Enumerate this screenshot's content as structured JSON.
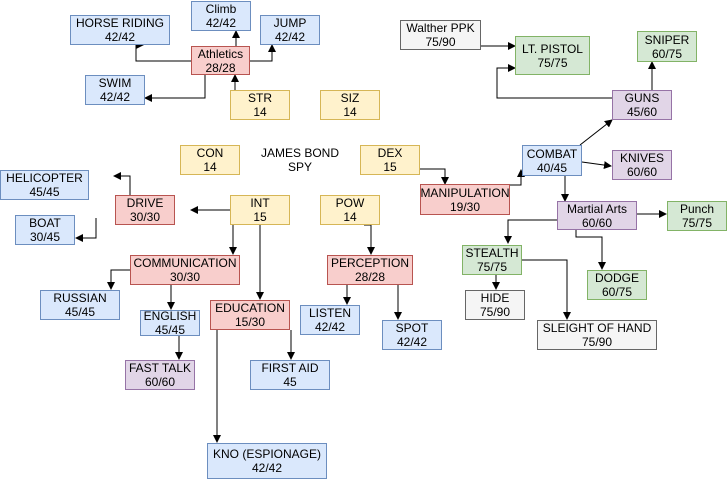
{
  "colors": {
    "blue": "#dae8fc",
    "red": "#f8cecc",
    "yellow": "#fff2cc",
    "green": "#d5e8d4",
    "purple": "#e1d5e7",
    "gray": "#f5f5f5"
  },
  "nodes": {
    "climb": {
      "name": "Climb",
      "value": "42/42"
    },
    "horse_riding": {
      "name": "HORSE RIDING",
      "value": "42/42"
    },
    "jump": {
      "name": "JUMP",
      "value": "42/42"
    },
    "athletics": {
      "name": "Athletics",
      "value": "28/28"
    },
    "swim": {
      "name": "SWIM",
      "value": "42/42"
    },
    "str": {
      "name": "STR",
      "value": "14"
    },
    "siz": {
      "name": "SIZ",
      "value": "14"
    },
    "con": {
      "name": "CON",
      "value": "14"
    },
    "title": {
      "name": "JAMES BOND",
      "value": "SPY"
    },
    "dex": {
      "name": "DEX",
      "value": "15"
    },
    "walther": {
      "name": "Walther PPK",
      "value": "75/90"
    },
    "lt_pistol": {
      "name": "LT. PISTOL",
      "value": "75/75"
    },
    "sniper": {
      "name": "SNIPER",
      "value": "60/75"
    },
    "guns": {
      "name": "GUNS",
      "value": "45/60"
    },
    "helicopter": {
      "name": "HELICOPTER",
      "value": "45/45"
    },
    "combat": {
      "name": "COMBAT",
      "value": "40/45"
    },
    "knives": {
      "name": "KNIVES",
      "value": "60/60"
    },
    "manipulation": {
      "name": "MANIPULATION",
      "value": "19/30"
    },
    "drive": {
      "name": "DRIVE",
      "value": "30/30"
    },
    "int": {
      "name": "INT",
      "value": "15"
    },
    "pow": {
      "name": "POW",
      "value": "14"
    },
    "martial_arts": {
      "name": "Martial Arts",
      "value": "60/60"
    },
    "punch": {
      "name": "Punch",
      "value": "75/75"
    },
    "boat": {
      "name": "BOAT",
      "value": "30/45"
    },
    "stealth": {
      "name": "STEALTH",
      "value": "75/75"
    },
    "communication": {
      "name": "COMMUNICATION",
      "value": "30/30"
    },
    "perception": {
      "name": "PERCEPTION",
      "value": "28/28"
    },
    "dodge": {
      "name": "DODGE",
      "value": "60/75"
    },
    "russian": {
      "name": "RUSSIAN",
      "value": "45/45"
    },
    "hide": {
      "name": "HIDE",
      "value": "75/90"
    },
    "english": {
      "name": "ENGLISH",
      "value": "45/45"
    },
    "education": {
      "name": "EDUCATION",
      "value": "15/30"
    },
    "listen": {
      "name": "LISTEN",
      "value": "42/42"
    },
    "spot": {
      "name": "SPOT",
      "value": "42/42"
    },
    "sleight": {
      "name": "SLEIGHT OF HAND",
      "value": "75/90"
    },
    "fast_talk": {
      "name": "FAST TALK",
      "value": "60/60"
    },
    "first_aid": {
      "name": "FIRST AID",
      "value": "45"
    },
    "kno": {
      "name": "KNO (ESPIONAGE)",
      "value": "42/42"
    }
  }
}
